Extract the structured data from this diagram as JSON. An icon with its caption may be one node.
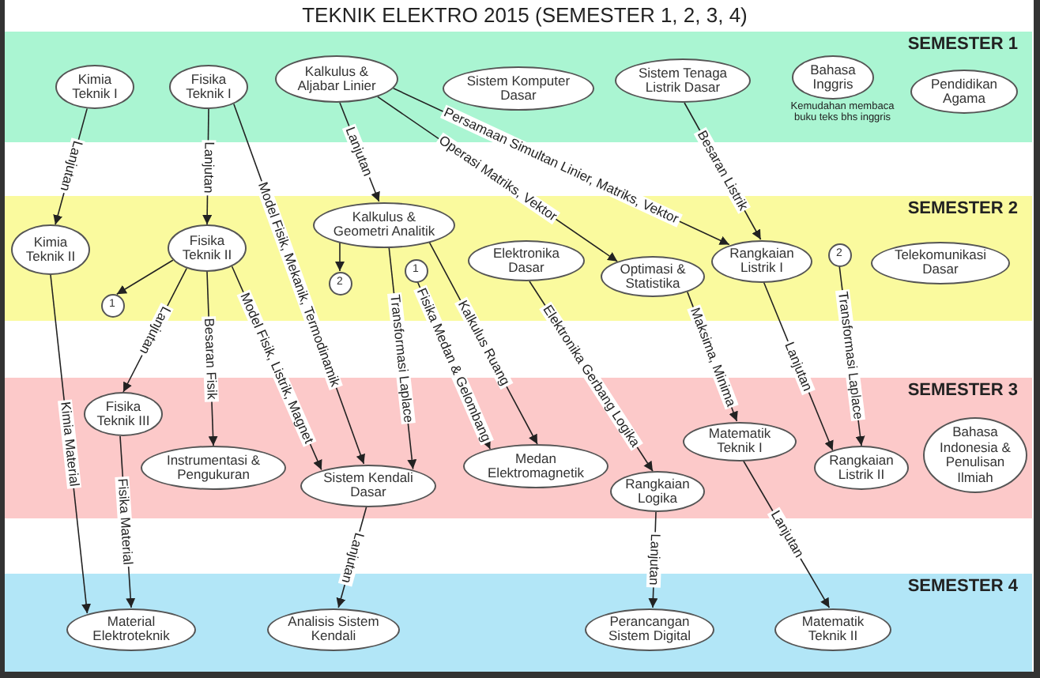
{
  "diagram": {
    "title": "TEKNIK ELEKTRO 2015 (SEMESTER 1, 2, 3, 4)",
    "nodes": [
      {
        "text": [
          "SEMESTER 1"
        ]
      },
      {
        "text": [
          "Kimia Teknik I"
        ],
        "in": 0
      },
      {
        "text": [
          "Fisika Teknik I"
        ],
        "in": 0
      },
      {
        "text": [
          "Kalkulus & Aljabar Linier"
        ],
        "in": 0
      },
      {
        "text": [
          "Sistem Komputer Dasar"
        ],
        "in": 0
      },
      {
        "text": [
          "Sistem Tenaga Listrik Dasar"
        ],
        "in": 0
      },
      {
        "text": [
          "Bahasa Inggris"
        ],
        "in": 0,
        "beside": [
          "Kemudahan membaca buku teks bhs inggris"
        ]
      },
      {
        "text": [
          "Pendidikan Agama"
        ],
        "in": 0
      },
      {
        "text": [
          "SEMESTER 2"
        ]
      },
      {
        "text": [
          "Kimia Teknik II"
        ],
        "in": 8
      },
      {
        "text": [
          "Fisika Teknik II"
        ],
        "in": 8
      },
      {
        "text": [
          "Kalkulus & Geometri Analitik"
        ],
        "in": 8
      },
      {
        "text": [
          "Elektronika Dasar"
        ],
        "in": 8
      },
      {
        "text": [
          "Optimasi & Statistika"
        ],
        "in": 8
      },
      {
        "text": [
          "Rangkaian Listrik I"
        ],
        "in": 8
      },
      {
        "text": [
          "2"
        ],
        "in": 8
      },
      {
        "text": [
          "Telekomunikasi Dasar"
        ],
        "in": 8
      },
      {
        "text": [
          "1"
        ],
        "in": 8
      },
      {
        "text": [
          "2"
        ],
        "in": 8
      },
      {
        "text": [
          "1"
        ],
        "in": 8
      },
      {
        "text": [
          "SEMESTER 3"
        ]
      },
      {
        "text": [
          "Fisika Teknik III"
        ],
        "in": 20
      },
      {
        "text": [
          "Instrumentasi & Pengukuran"
        ],
        "in": 20
      },
      {
        "text": [
          "Sistem Kendali Dasar"
        ],
        "in": 20
      },
      {
        "text": [
          "Medan Elektromagnetik"
        ],
        "in": 20
      },
      {
        "text": [
          "Rangkaian Logika"
        ],
        "in": 20
      },
      {
        "text": [
          "Matematik Teknik I"
        ],
        "in": 20
      },
      {
        "text": [
          "Rangkaian Listrik II"
        ],
        "in": 20
      },
      {
        "text": [
          "Bahasa Indonesia & Penulisan Ilmiah"
        ],
        "in": 20
      },
      {
        "text": [
          "SEMESTER 4"
        ]
      },
      {
        "text": [
          "Material Elektroteknik"
        ],
        "in": 29
      },
      {
        "text": [
          "Analisis Sistem Kendali"
        ],
        "in": 29
      },
      {
        "text": [
          "Perancangan Sistem Digital"
        ],
        "in": 29
      },
      {
        "text": [
          "Matematik Teknik II"
        ],
        "in": 29
      }
    ],
    "edges": [
      {
        "from": 1,
        "to": 9,
        "arrow": "to",
        "label": "Lanjutan"
      },
      {
        "from": 2,
        "to": 10,
        "arrow": "to",
        "label": "Lanjutan"
      },
      {
        "from": 2,
        "to": 23,
        "arrow": "to",
        "label": "Model Fisik, Mekanik, Termodinamik"
      },
      {
        "from": 3,
        "to": 11,
        "arrow": "to",
        "label": "Lanjutan"
      },
      {
        "from": 3,
        "to": 14,
        "arrow": "to",
        "label": "Persamaan Simultan Linier, Matriks, Vektor"
      },
      {
        "from": 3,
        "to": 13,
        "arrow": "to",
        "label": "Operasi Matriks, Vektor"
      },
      {
        "from": 5,
        "to": 14,
        "arrow": "to",
        "label": "Besaran Listrik"
      },
      {
        "from": 9,
        "to": 30,
        "arrow": "to",
        "label": "Kimia Material"
      },
      {
        "from": 10,
        "to": 17,
        "arrow": "to"
      },
      {
        "from": 10,
        "to": 21,
        "arrow": "to",
        "label": "Lanjutan"
      },
      {
        "from": 10,
        "to": 22,
        "arrow": "to",
        "label": "Besaran Fisik"
      },
      {
        "from": 10,
        "to": 23,
        "arrow": "to",
        "label": "Model Fisik, Listrik, Magnet"
      },
      {
        "from": 11,
        "to": 18,
        "arrow": "to"
      },
      {
        "from": 11,
        "to": 23,
        "arrow": "to",
        "label": "Transformasi Laplace"
      },
      {
        "from": 19,
        "to": 24,
        "arrow": "to",
        "label": "Fisika Medan & Gelombang"
      },
      {
        "from": 11,
        "to": 24,
        "arrow": "to",
        "label": "Kalkulus Ruang"
      },
      {
        "from": 12,
        "to": 25,
        "arrow": "to",
        "label": "Elektronika Gerbang Logika"
      },
      {
        "from": 13,
        "to": 26,
        "arrow": "to",
        "label": "Maksima, Minima"
      },
      {
        "from": 14,
        "to": 27,
        "arrow": "to",
        "label": "Lanjutan"
      },
      {
        "from": 15,
        "to": 27,
        "arrow": "to",
        "label": "Transformasi Laplace"
      },
      {
        "from": 21,
        "to": 30,
        "arrow": "to",
        "label": "Fisika Material"
      },
      {
        "from": 23,
        "to": 31,
        "arrow": "to",
        "label": "Lanjutan"
      },
      {
        "from": 25,
        "to": 32,
        "arrow": "to",
        "label": "Lanjutan"
      },
      {
        "from": 26,
        "to": 33,
        "arrow": "to",
        "label": "Lanjutan"
      }
    ]
  }
}
